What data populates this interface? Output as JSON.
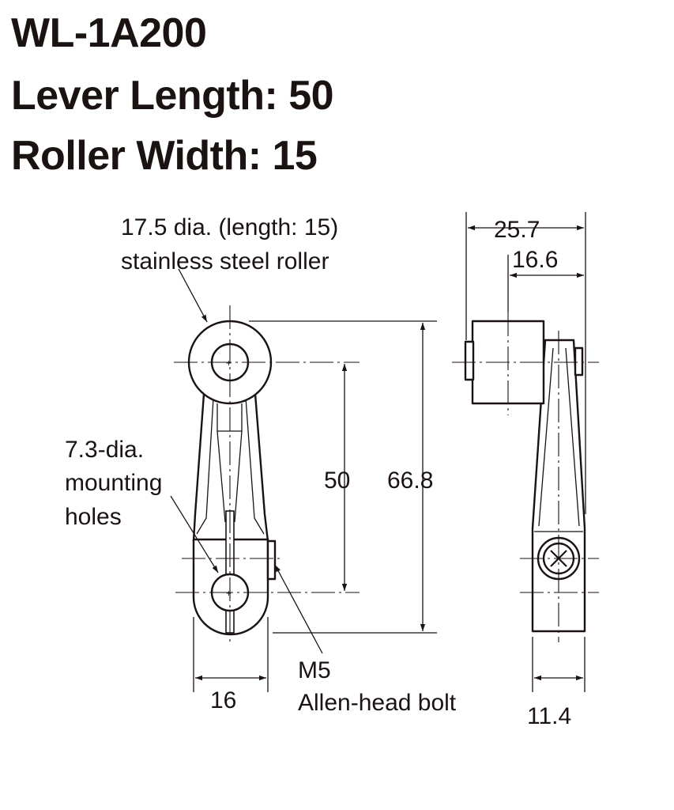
{
  "heading": {
    "model": "WL-1A200",
    "lever_length": "Lever Length: 50",
    "roller_width": "Roller Width: 15"
  },
  "callouts": {
    "roller_line1": "17.5 dia. (length: 15)",
    "roller_line2": "stainless steel roller",
    "holes_line1": "7.3-dia.",
    "holes_line2": "mounting",
    "holes_line3": "holes",
    "bolt_line1": "M5",
    "bolt_line2": "Allen-head bolt"
  },
  "dimensions": {
    "center_distance": "50",
    "overall_height": "66.8",
    "hub_width": "16",
    "side_overall": "25.7",
    "side_offset": "16.6",
    "side_thickness": "11.4"
  },
  "colors": {
    "ink": "#1a1311",
    "background": "#ffffff"
  }
}
